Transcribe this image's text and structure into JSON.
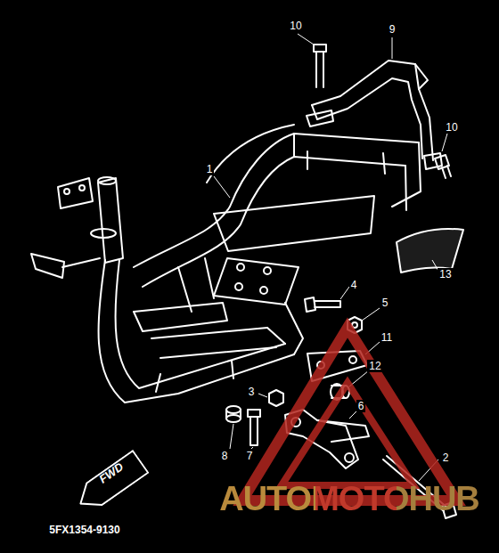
{
  "diagram": {
    "nodes": [
      {
        "text": [
          "FWD"
        ]
      }
    ],
    "labels": [
      "10",
      "9",
      "10",
      "1",
      "13",
      "4",
      "5",
      "11",
      "12",
      "3",
      "6",
      "8",
      "7",
      "2",
      "5FX1354-9130",
      "AUTOMOTOHUB"
    ]
  }
}
